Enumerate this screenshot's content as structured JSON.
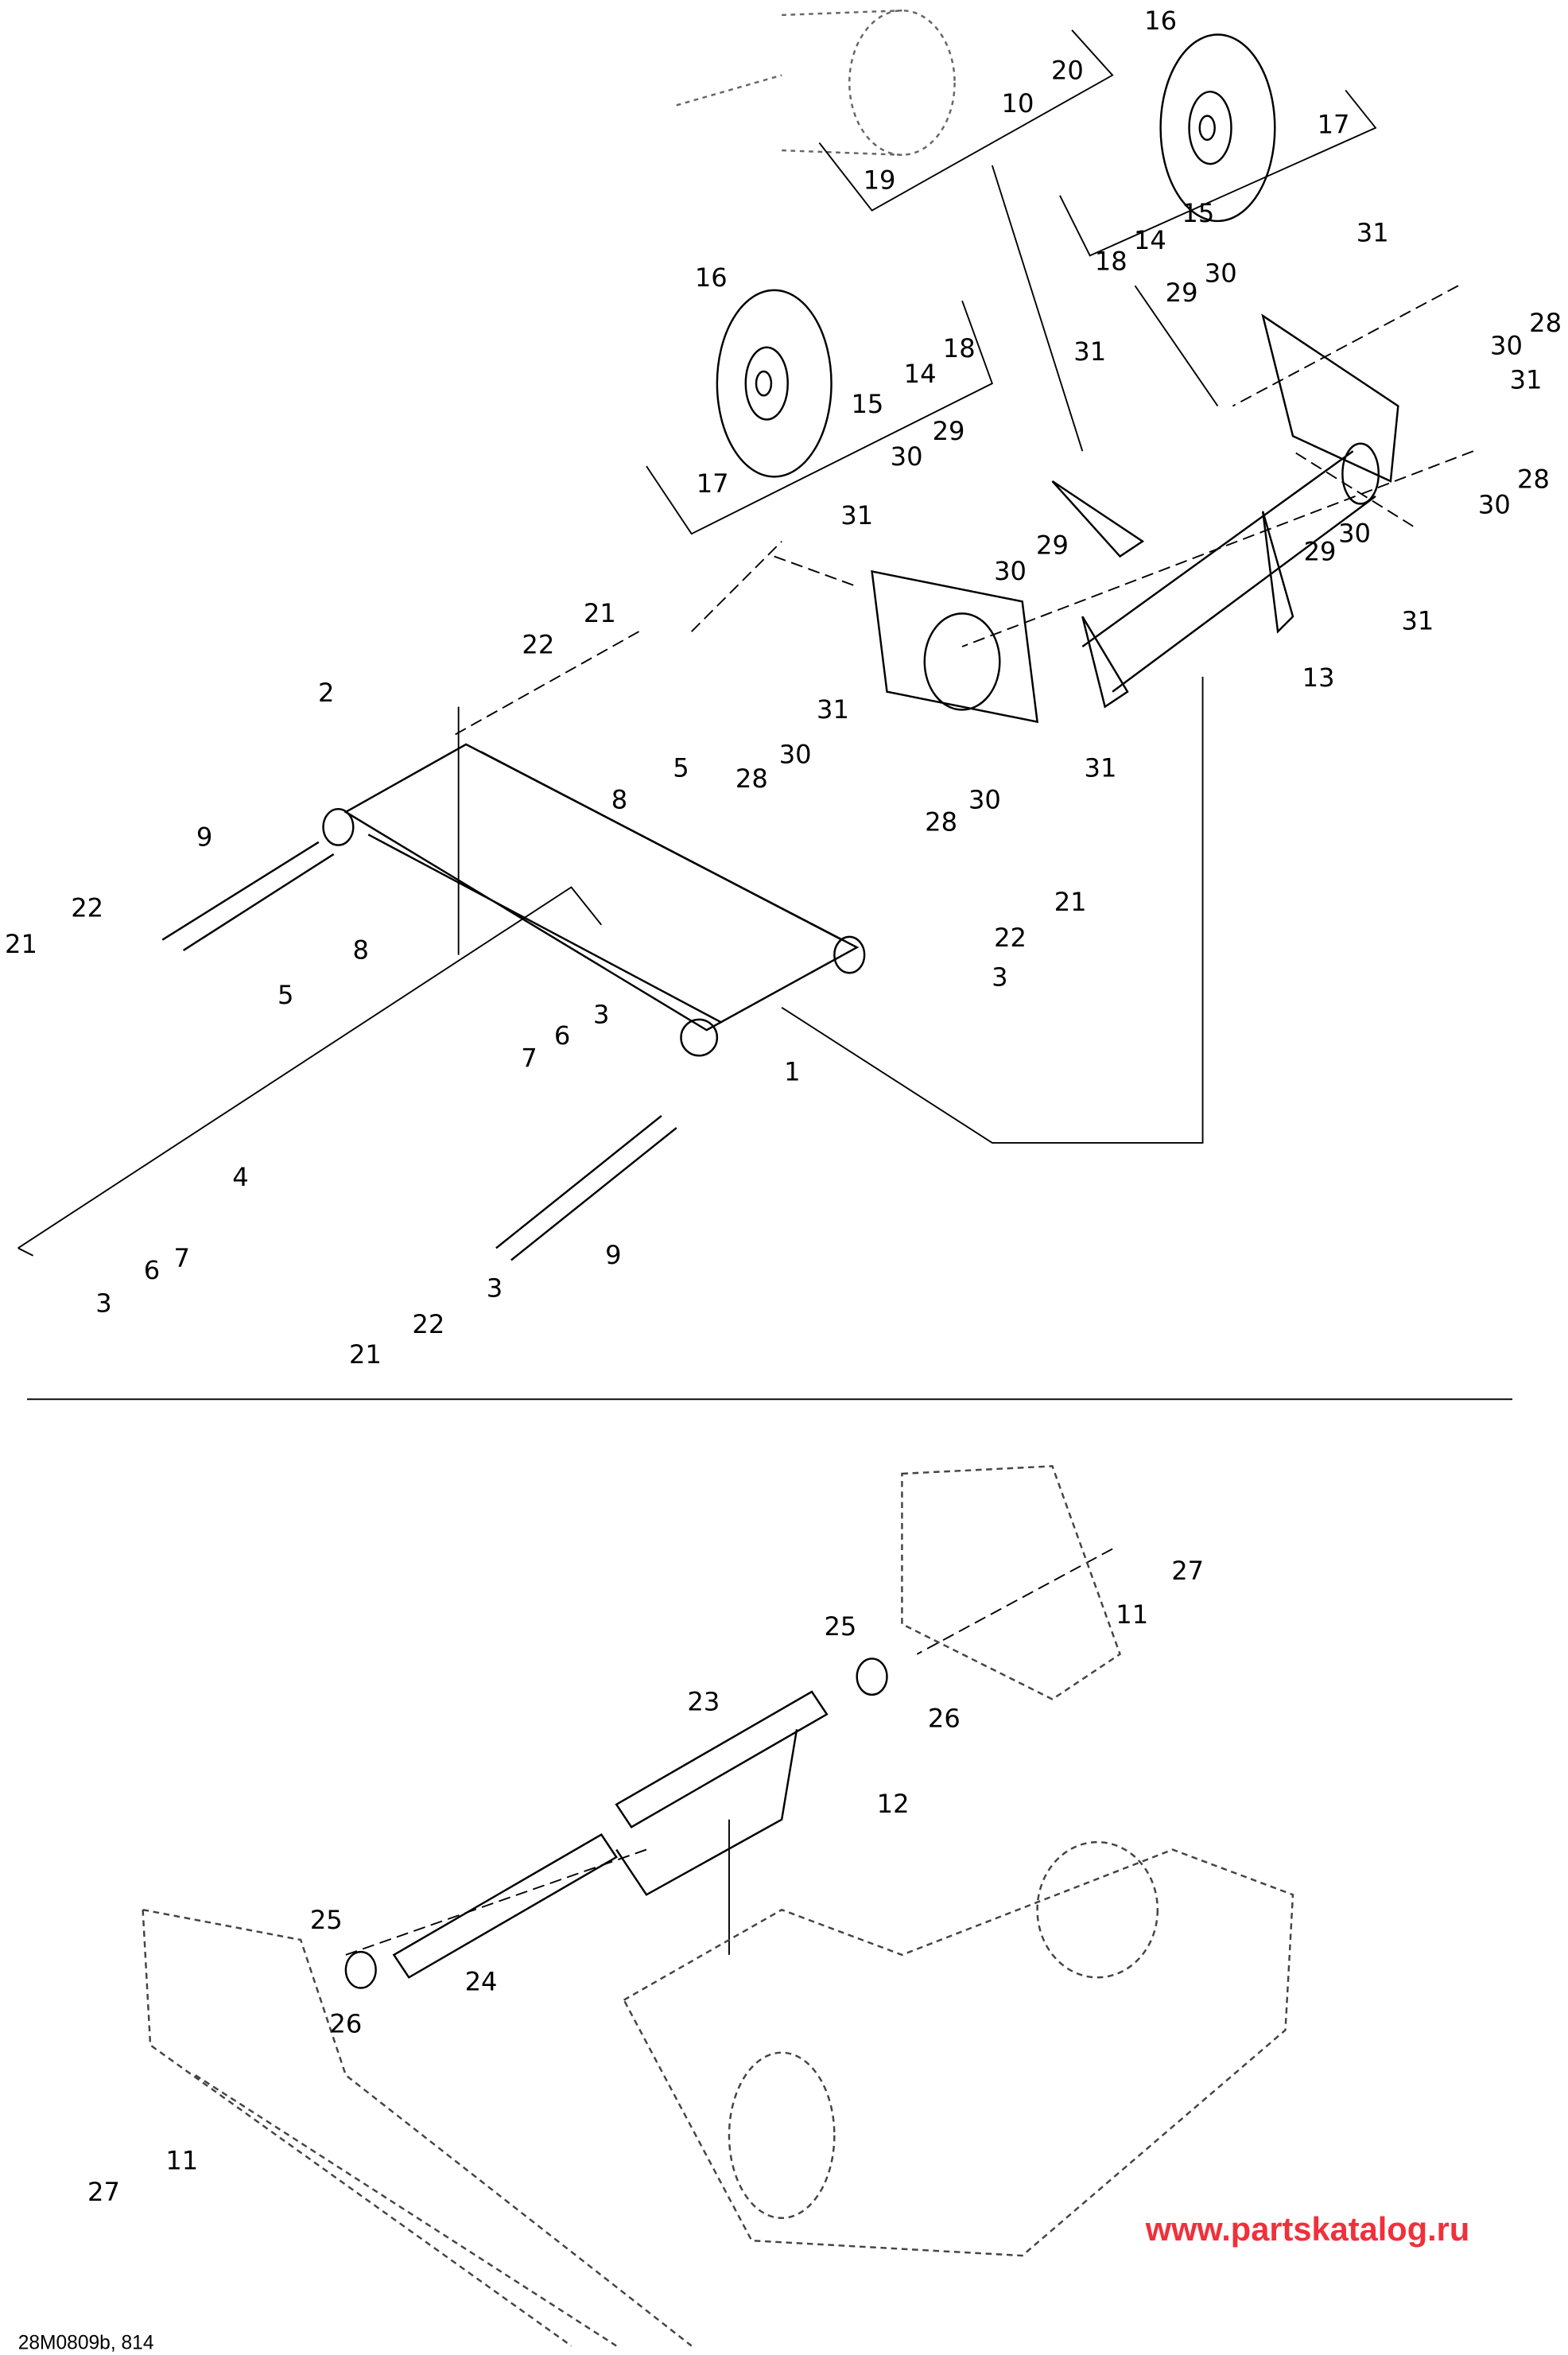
{
  "diagram": {
    "drawing_code": "28M0809b, 814",
    "watermark": "www.partskatalog.ru"
  },
  "callouts": [
    "20",
    "10",
    "19",
    "16",
    "17",
    "15",
    "14",
    "18",
    "16",
    "14",
    "18",
    "15",
    "17",
    "31",
    "29",
    "30",
    "28",
    "30",
    "31",
    "31",
    "28",
    "30",
    "29",
    "30",
    "31",
    "13",
    "29",
    "30",
    "31",
    "30",
    "29",
    "31",
    "28",
    "30",
    "28",
    "30",
    "31",
    "21",
    "22",
    "2",
    "5",
    "8",
    "9",
    "22",
    "21",
    "5",
    "8",
    "3",
    "22",
    "21",
    "7",
    "6",
    "3",
    "1",
    "4",
    "9",
    "6",
    "7",
    "3",
    "3",
    "22",
    "21",
    "27",
    "11",
    "25",
    "26",
    "23",
    "12",
    "25",
    "24",
    "26",
    "11",
    "27"
  ]
}
